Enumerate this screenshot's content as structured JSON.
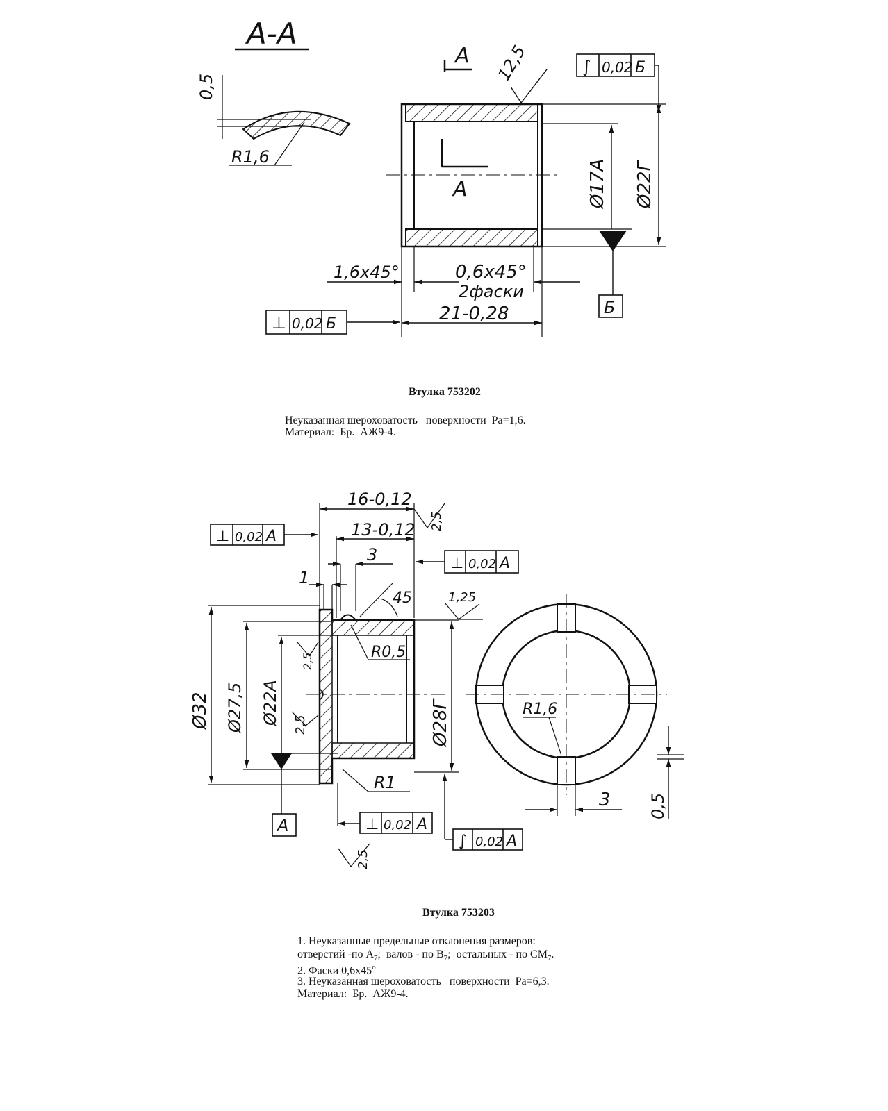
{
  "part1": {
    "section_label": "А-А",
    "cut_label_top": "А",
    "cut_label_mid": "А",
    "roughness_top": "12,5",
    "dim_chamfer_thickness": "0,5",
    "dim_radius": "R1,6",
    "dim_bore": "Ø17А",
    "dim_outer": "Ø22Г",
    "dim_chamfer_left": "1,6х45°",
    "dim_chamfer_right": "0,6х45°",
    "dim_chamfer_count": "2фаски",
    "dim_length": "21-0,28",
    "tol_runout": {
      "symbol": "∫",
      "value": "0,02",
      "datum": "Б"
    },
    "tol_perp": {
      "symbol": "⊥",
      "value": "0,02",
      "datum": "Б"
    },
    "datum_label": "Б",
    "caption_title": "Втулка  753202",
    "caption_lines": [
      "Неуказанная шероховатость   поверхности  Ра=1,6.",
      "Материал:  Бр.  АЖ9-4."
    ]
  },
  "part2": {
    "dim_total_length": "16-0,12",
    "dim_body_length": "13-0,12",
    "dim_groove": "3",
    "dim_flange": "1",
    "dim_angle": "45",
    "roughness_top": "2,5",
    "roughness_right": "1,25",
    "roughness_left": "2,5",
    "roughness_mid": "2,5",
    "roughness_bottom": "2,5",
    "dim_flange_dia": "Ø32",
    "dim_recess_dia": "Ø27,5",
    "dim_bore": "Ø22А",
    "dim_outer": "Ø28Г",
    "dim_r05": "R0,5",
    "dim_r1": "R1",
    "dim_r16": "R1,6",
    "dim_slot": "3",
    "dim_slot_depth": "0,5",
    "tol_left": {
      "symbol": "⊥",
      "value": "0,02",
      "datum": "А"
    },
    "tol_right": {
      "symbol": "⊥",
      "value": "0,02",
      "datum": "А"
    },
    "tol_bottom": {
      "symbol": "⊥",
      "value": "0,02",
      "datum": "А"
    },
    "tol_runout": {
      "symbol": "∫",
      "value": "0,02",
      "datum": "А"
    },
    "datum_label": "А",
    "caption_title": "Втулка  753203",
    "note1": "1. Неуказанные предельные отклонения размеров:",
    "note2_a": "отверстий -по А",
    "note2_sub1": "7",
    "note2_b": ";  валов - по В",
    "note2_sub2": "7",
    "note2_c": ";  остальных - по СМ",
    "note2_sub3": "7",
    "note2_d": ".",
    "note3_a": "2. Фаски 0,6х45",
    "note3_sup": "о",
    "note4": "3. Неуказанная шероховатость   поверхности  Ра=6,3.",
    "note5": "Материал:  Бр.  АЖ9-4."
  }
}
